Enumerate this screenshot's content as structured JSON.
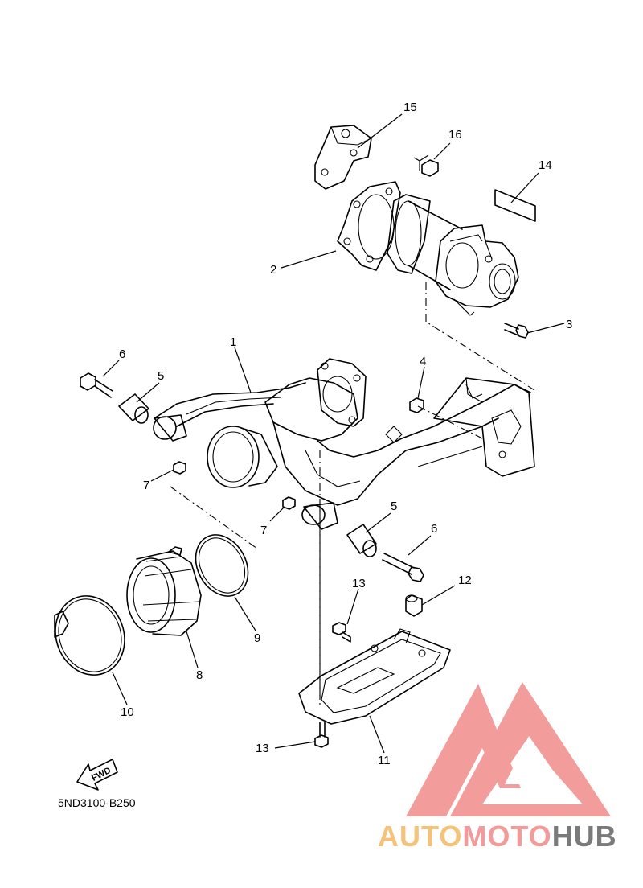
{
  "diagram": {
    "callouts": {
      "c1": "1",
      "c2": "2",
      "c3": "3",
      "c4": "4",
      "c5a": "5",
      "c5b": "5",
      "c6a": "6",
      "c6b": "6",
      "c7a": "7",
      "c7b": "7",
      "c8": "8",
      "c9": "9",
      "c10": "10",
      "c11": "11",
      "c12": "12",
      "c13a": "13",
      "c13b": "13",
      "c14": "14",
      "c15": "15",
      "c16": "16"
    },
    "fwd_label": "FWD",
    "drawing_code": "5ND3100-B250"
  },
  "watermark": {
    "word_auto": "AUTO",
    "word_moto": "MOTO",
    "word_hub": "HUB",
    "colors": {
      "auto": "#f5c27a",
      "moto": "#f39a9a",
      "hub": "#7a7a7a",
      "logo": "#f28b8b"
    }
  }
}
